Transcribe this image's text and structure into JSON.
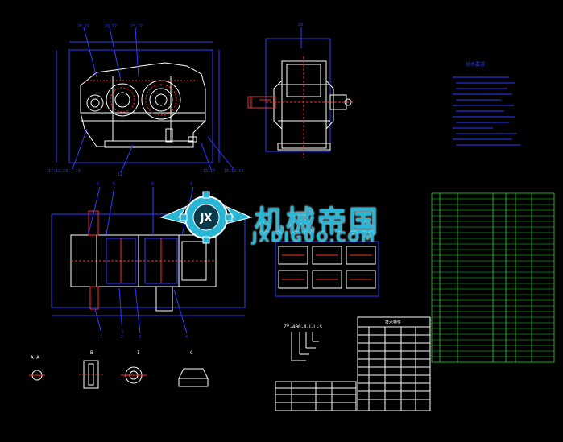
{
  "watermark": {
    "brand": "机械帝国",
    "url": "JXDIGUO.COM",
    "logo_letter": "JX",
    "logo_icon": "gear-wings-icon"
  },
  "colors": {
    "background": "#000000",
    "outline": "#ffffff",
    "dimension": "#2f3cff",
    "red": "#ff2a2a",
    "green": "#2ad22a",
    "cyan": "#29b6d6",
    "yellow": "#e6e600"
  },
  "labels": {
    "section_aa": "A-A",
    "view_b": "B",
    "view_c": "C",
    "view_i": "I",
    "notes_title": "技术要求",
    "model_code": "ZY-400-Ⅱ-Ⅰ-L-S",
    "tech_table_title": "技术特性"
  }
}
